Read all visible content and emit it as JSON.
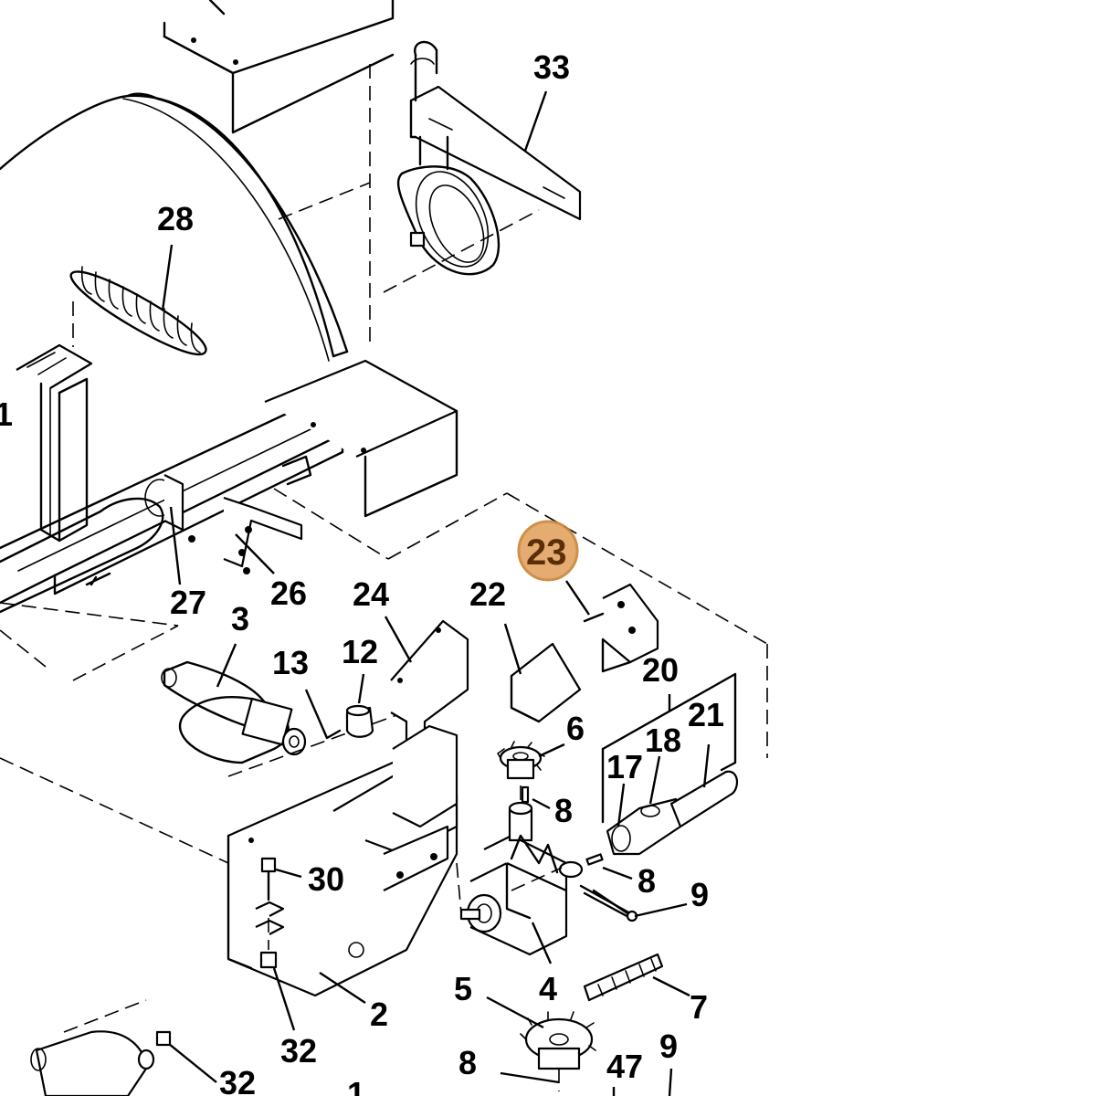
{
  "diagram": {
    "callouts": [
      {
        "id": "33",
        "label": "33"
      },
      {
        "id": "28",
        "label": "28"
      },
      {
        "id": "1a",
        "label": "1"
      },
      {
        "id": "27",
        "label": "27"
      },
      {
        "id": "26",
        "label": "26"
      },
      {
        "id": "3",
        "label": "3"
      },
      {
        "id": "24",
        "label": "24"
      },
      {
        "id": "22",
        "label": "22"
      },
      {
        "id": "23",
        "label": "23",
        "highlighted": true
      },
      {
        "id": "13",
        "label": "13"
      },
      {
        "id": "12",
        "label": "12"
      },
      {
        "id": "20",
        "label": "20"
      },
      {
        "id": "6",
        "label": "6"
      },
      {
        "id": "21",
        "label": "21"
      },
      {
        "id": "18",
        "label": "18"
      },
      {
        "id": "17",
        "label": "17"
      },
      {
        "id": "8a",
        "label": "8"
      },
      {
        "id": "30",
        "label": "30"
      },
      {
        "id": "8b",
        "label": "8"
      },
      {
        "id": "9a",
        "label": "9"
      },
      {
        "id": "2",
        "label": "2"
      },
      {
        "id": "4",
        "label": "4"
      },
      {
        "id": "5",
        "label": "5"
      },
      {
        "id": "7",
        "label": "7"
      },
      {
        "id": "32a",
        "label": "32"
      },
      {
        "id": "8c",
        "label": "8"
      },
      {
        "id": "47",
        "label": "47"
      },
      {
        "id": "9b",
        "label": "9"
      },
      {
        "id": "32b",
        "label": "32"
      },
      {
        "id": "1b",
        "label": "1"
      }
    ],
    "highlight_color": "#e3a462"
  }
}
